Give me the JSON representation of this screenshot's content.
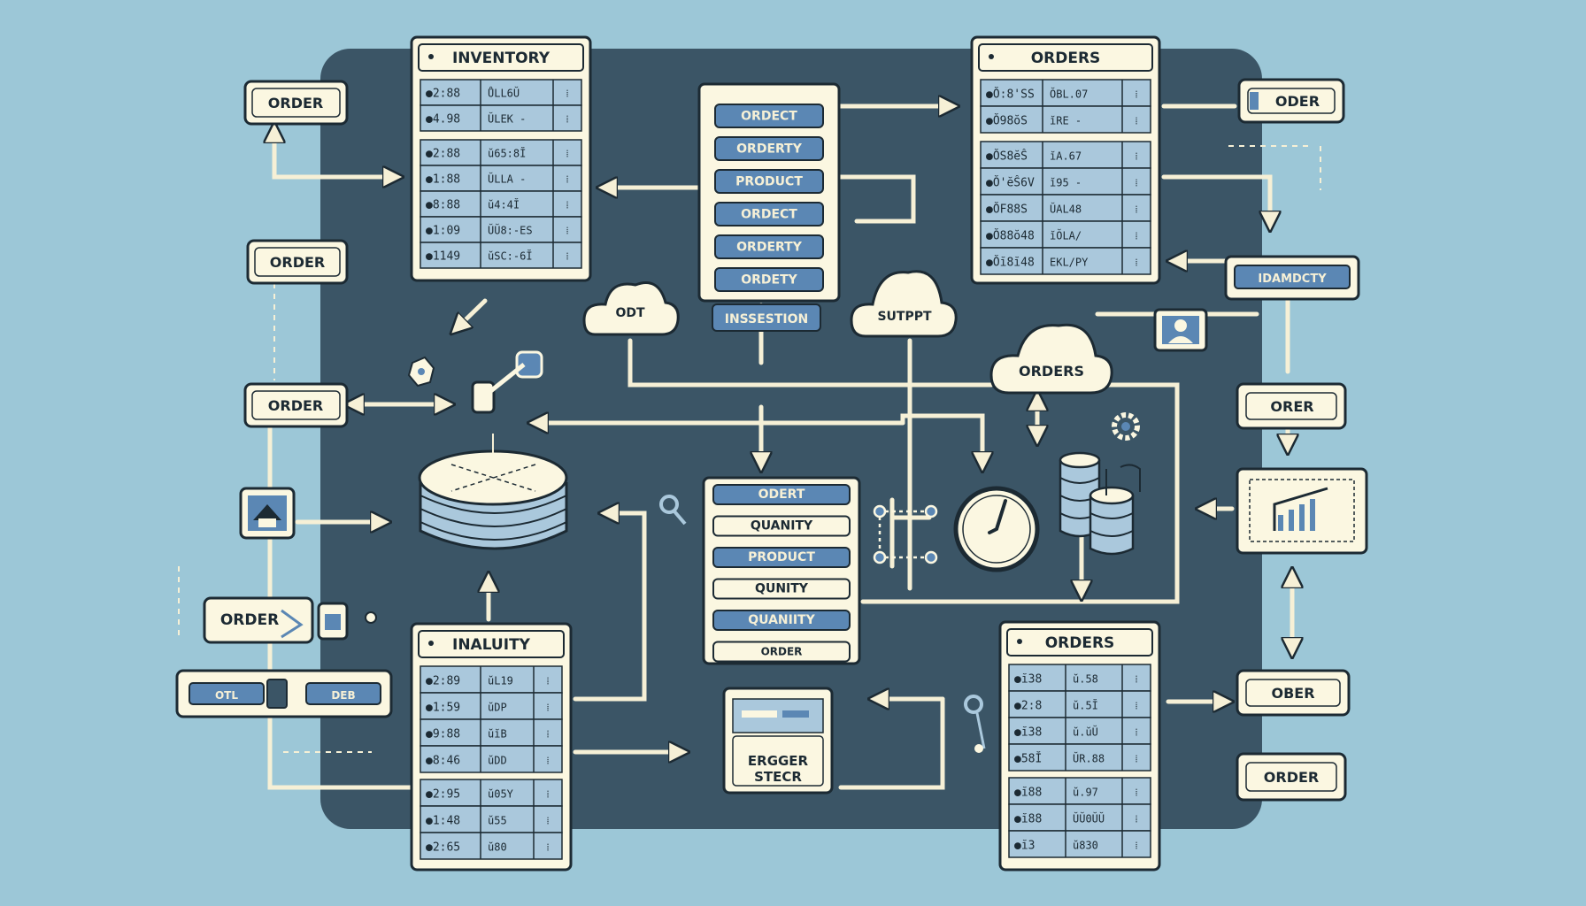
{
  "colors": {
    "background": "#9cc7d7",
    "board": "#3b5566",
    "panel": "#fbf7e1",
    "outline": "#1c2a33",
    "cell": "#aac8dc",
    "blue_pill": "#5b87b4",
    "arrow": "#f6f0d6"
  },
  "tables": {
    "inventory": {
      "title": "INVENTORY",
      "top_rows": [
        [
          "●2:88",
          "ŮLL6Ŭ"
        ],
        [
          "●4.98",
          "ŬLEK -"
        ]
      ],
      "rows": [
        [
          "●2:88",
          "ŭ65:8Ĭ"
        ],
        [
          "●1:88",
          "ŬLLA -"
        ],
        [
          "●8:88",
          "ŭ4:4Ĭ"
        ],
        [
          "●1:09",
          "ŬŬ8:-ES"
        ],
        [
          "●1149",
          "ŭSC:-6Ĭ"
        ]
      ]
    },
    "orders_top": {
      "title": "ORDERS",
      "top_rows": [
        [
          "●Ŏ:8'SS",
          "ŎBL.07"
        ],
        [
          "●Ŏ98ŏS",
          "ĭRE -"
        ]
      ],
      "rows": [
        [
          "●ŎS8ĕŜ",
          "ĭA.67"
        ],
        [
          "●Ŏ'ĕŜ6V",
          "ĭ95 -"
        ],
        [
          "●ŎF88S",
          "ŬAL48"
        ],
        [
          "●Ŏ88ŏ48",
          "ĭŎLA/"
        ],
        [
          "●Ŏĭ8ĭ48",
          "EKL/PY"
        ]
      ]
    },
    "inaluity": {
      "title": "INALUITY",
      "top_rows": [
        [
          "●2:89",
          "ŭL19"
        ],
        [
          "●1:59",
          "ŭDP"
        ],
        [
          "●9:88",
          "ŭĭB"
        ],
        [
          "●8:46",
          "ŭDD"
        ]
      ],
      "rows": [
        [
          "●2:95",
          "ŭ05Y"
        ],
        [
          "●1:48",
          "ŭ55"
        ],
        [
          "●2:65",
          "ŭ80"
        ]
      ]
    },
    "orders_bottom": {
      "title": "ORDERS",
      "top_rows": [
        [
          "●ĭ38",
          "ŭ.58"
        ],
        [
          "●2:8",
          "ŭ.5Ĭ"
        ],
        [
          "●ĭ38",
          "ŭ.ŭŬ"
        ],
        [
          "●58Ĭ",
          "ŬR.88"
        ]
      ],
      "rows": [
        [
          "●ĭ88",
          "ŭ.97"
        ],
        [
          "●ĭ88",
          "ŬŬ0ŬŬ"
        ],
        [
          "●ĭ3",
          "ŭ830"
        ]
      ]
    }
  },
  "stacks": {
    "top": [
      "ORDECT",
      "ORDERTY",
      "PRODUCT",
      "ORDECT",
      "ORDERTY",
      "ORDETY"
    ],
    "top_label": "INSSESTION",
    "middle": [
      "ODERT",
      "QUANITY",
      "PRODUCT",
      "QUNITY",
      "QUANIITY",
      "ORDER"
    ]
  },
  "labels": {
    "order_1": "ORDER",
    "order_2": "ORDER",
    "order_3": "ORDER",
    "order_4": "ORDER",
    "oder_tr": "ODER",
    "identity": "IDAMDCTY",
    "orer": "ORER",
    "ober": "OBER",
    "order_br": "ORDER",
    "otl": "OTL",
    "deb": "DEB",
    "erger_line1": "ERGGER",
    "erger_line2": "STECR"
  },
  "clouds": {
    "odt": "ODT",
    "suppt": "SUTPPT",
    "orders": "ORDERS"
  }
}
